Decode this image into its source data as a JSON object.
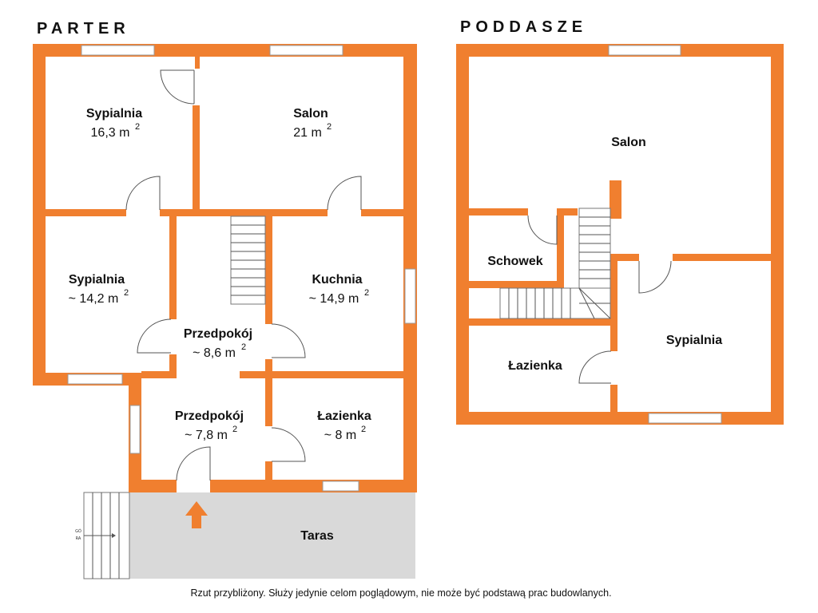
{
  "floors": {
    "ground": {
      "title": "PARTER",
      "rooms": {
        "bedroom1": {
          "name": "Sypialnia",
          "area": "16,3 m",
          "sup": "2"
        },
        "salon": {
          "name": "Salon",
          "area": "21 m",
          "sup": "2"
        },
        "bedroom2": {
          "name": "Sypialnia",
          "area": "~ 14,2 m",
          "sup": "2"
        },
        "kitchen": {
          "name": "Kuchnia",
          "area": "~ 14,9 m",
          "sup": "2"
        },
        "hall1": {
          "name": "Przedpokój",
          "area": "~ 8,6 m",
          "sup": "2"
        },
        "hall2": {
          "name": "Przedpokój",
          "area": "~ 7,8 m",
          "sup": "2"
        },
        "bathroom": {
          "name": "Łazienka",
          "area": "~ 8 m",
          "sup": "2"
        },
        "terrace": {
          "name": "Taras"
        }
      },
      "stair_label_top": "GÓ",
      "stair_label_bottom": "RA"
    },
    "attic": {
      "title": "PODDASZE",
      "rooms": {
        "salon": {
          "name": "Salon"
        },
        "storage": {
          "name": "Schowek"
        },
        "bathroom": {
          "name": "Łazienka"
        },
        "bedroom": {
          "name": "Sypialnia"
        }
      }
    }
  },
  "disclaimer": "Rzut przybliżony. Służy jedynie celom poglądowym, nie może być podstawą prac budowlanych.",
  "colors": {
    "wall": "#f07f2f",
    "terrace": "#d9d9d9",
    "entrance_arrow": "#f07f2f"
  }
}
